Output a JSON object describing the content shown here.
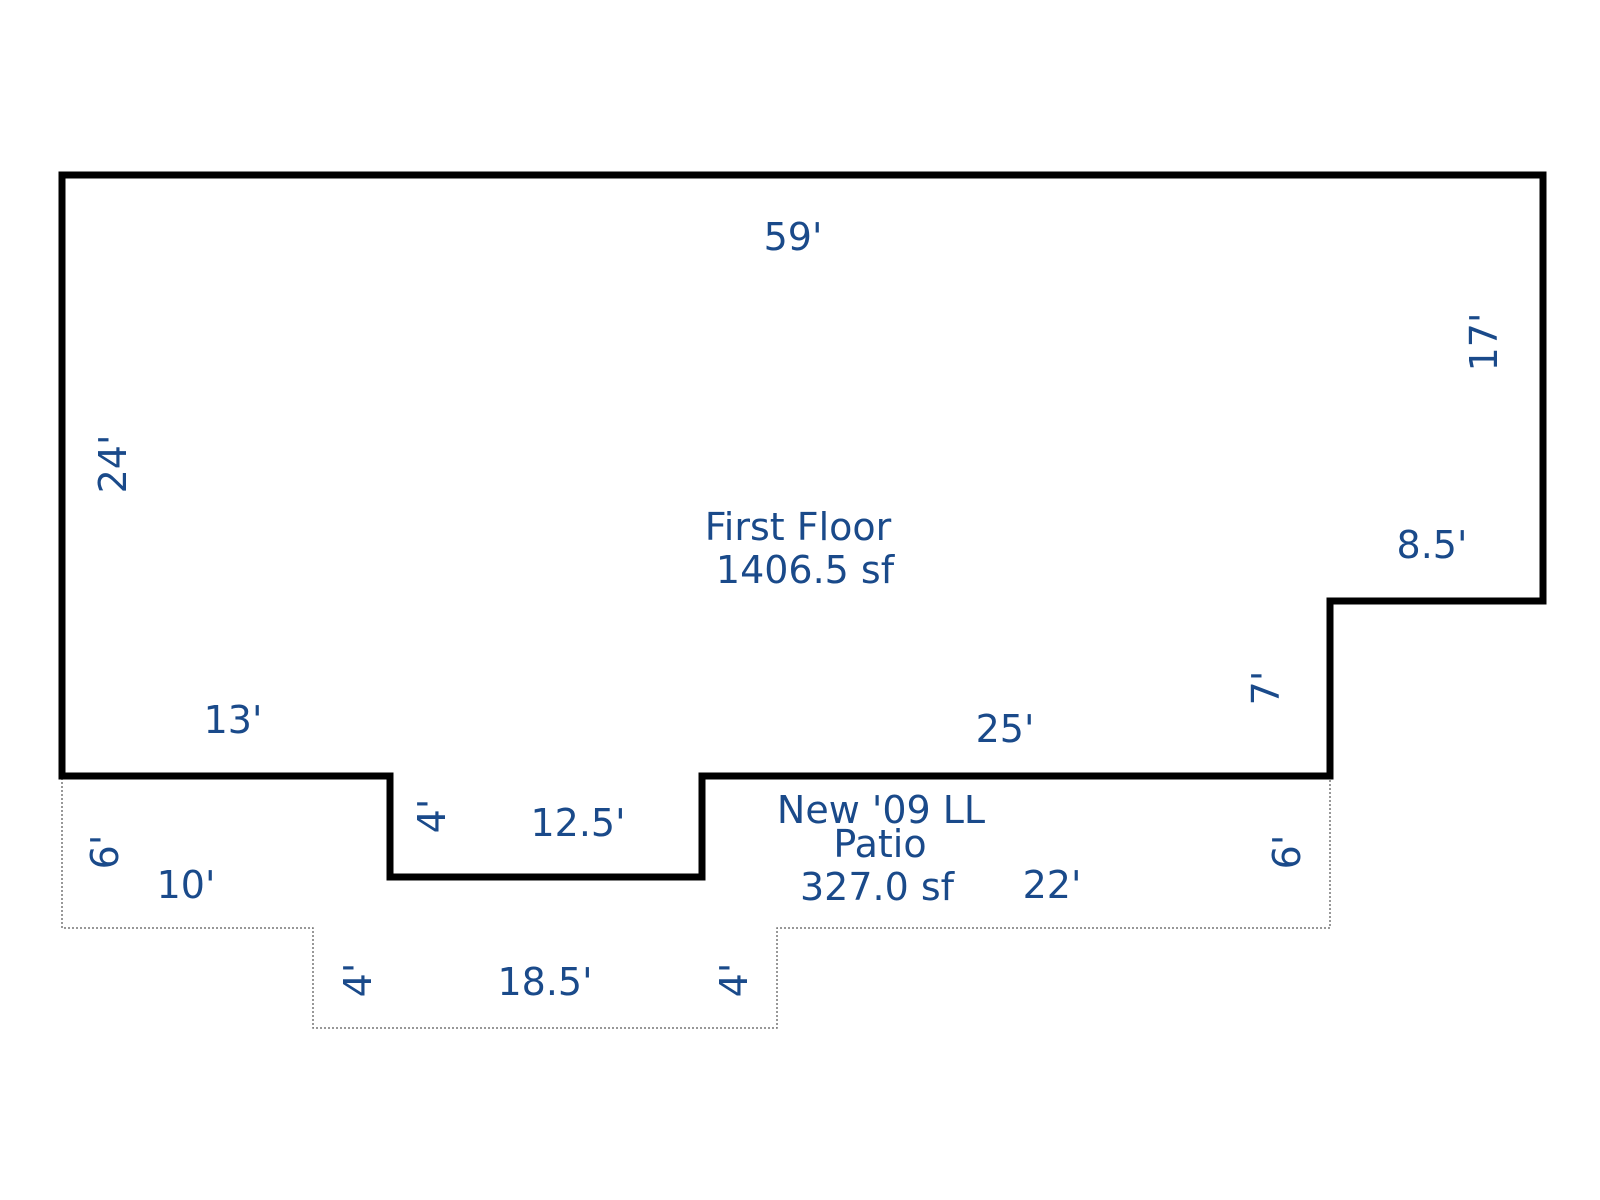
{
  "colors": {
    "outline": "#000000",
    "text": "#1a4a8a",
    "patio_outline": "#777777"
  },
  "first_floor": {
    "name": "First Floor",
    "area": "1406.5 sf",
    "dims": {
      "top": "59'",
      "left": "24'",
      "right_upper": "17'",
      "right_step": "8.5'",
      "right_lower": "7'",
      "bottom_right": "25'",
      "bottom_left": "13'",
      "notch_depth": "4'",
      "notch_width": "12.5'"
    }
  },
  "patio": {
    "name_line1": "New '09 LL",
    "name_line2": "Patio",
    "area": "327.0 sf",
    "dims": {
      "left_depth": "6'",
      "left_width": "10'",
      "right_depth": "6'",
      "right_width": "22'",
      "ext_left": "4'",
      "ext_width": "18.5'",
      "ext_right": "4'"
    }
  }
}
